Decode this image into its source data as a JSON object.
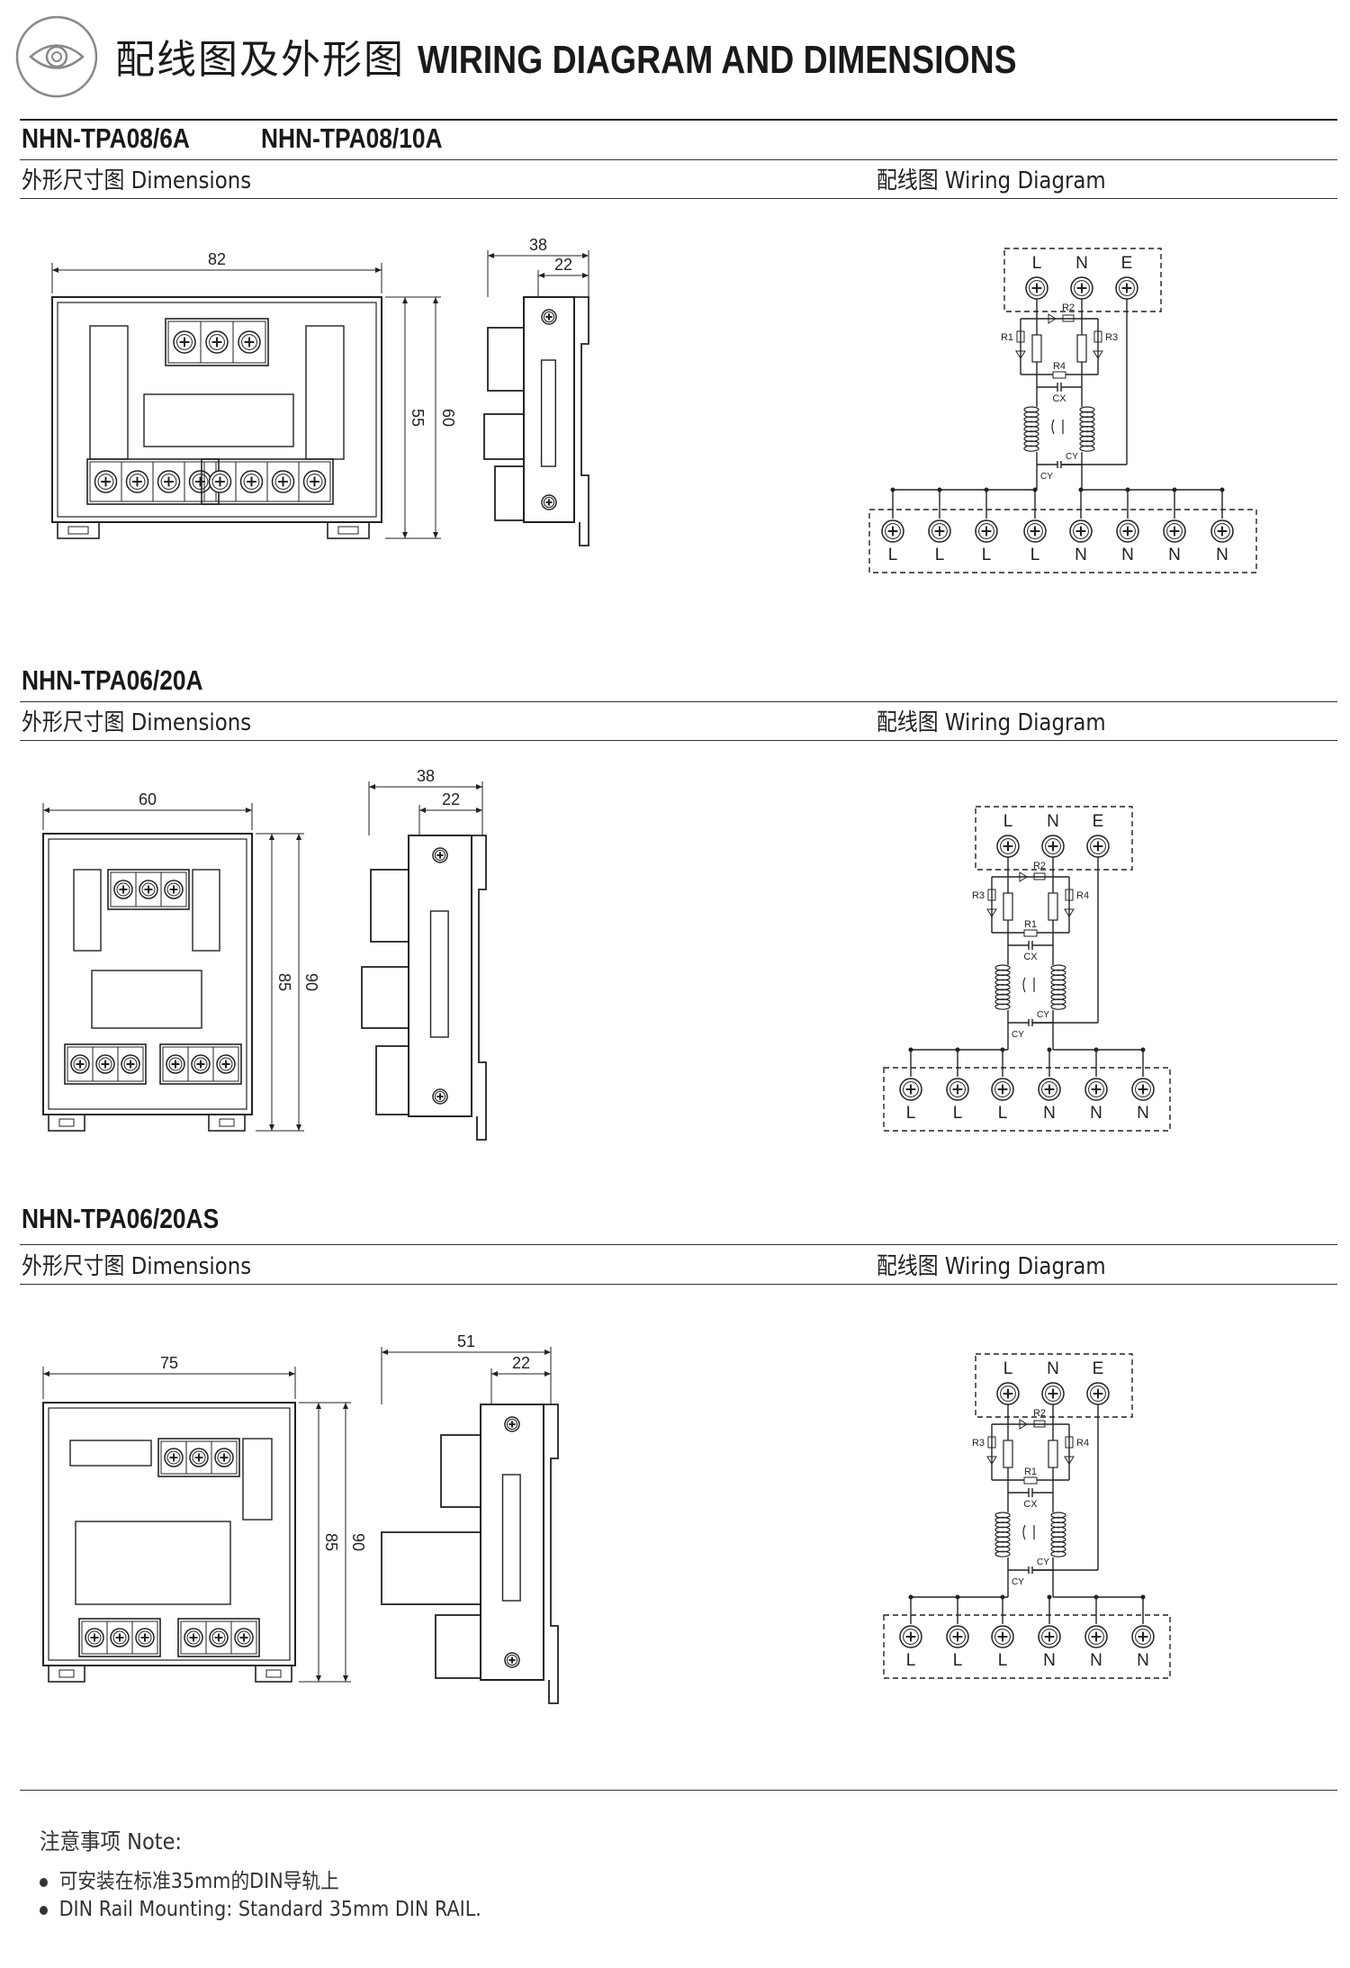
{
  "header": {
    "title_cn": "配线图及外形图",
    "title_en": "WIRING DIAGRAM AND DIMENSIONS",
    "logo_icon": "eye-logo-icon"
  },
  "labels": {
    "dimensions": "外形尺寸图 Dimensions",
    "wiring": "配线图 Wiring Diagram"
  },
  "sections": [
    {
      "models": [
        "NHN-TPA08/6A",
        "NHN-TPA08/10A"
      ],
      "front": {
        "width": "82",
        "inner_height": "55",
        "outer_height": "60"
      },
      "side": {
        "depth_outer": "38",
        "depth_inner": "22"
      },
      "wiring": {
        "top_terminals": [
          "L",
          "N",
          "E"
        ],
        "components": [
          "R1",
          "R2",
          "R3",
          "R4",
          "CX",
          "CY",
          "CY"
        ],
        "bottom_terminals": [
          "L",
          "L",
          "L",
          "L",
          "N",
          "N",
          "N",
          "N"
        ]
      }
    },
    {
      "models": [
        "NHN-TPA06/20A"
      ],
      "front": {
        "width": "60",
        "inner_height": "85",
        "outer_height": "90"
      },
      "side": {
        "depth_outer": "38",
        "depth_inner": "22"
      },
      "wiring": {
        "top_terminals": [
          "L",
          "N",
          "E"
        ],
        "components": [
          "R3",
          "R2",
          "R4",
          "R1",
          "CX",
          "CY",
          "CY"
        ],
        "bottom_terminals": [
          "L",
          "L",
          "L",
          "N",
          "N",
          "N"
        ]
      }
    },
    {
      "models": [
        "NHN-TPA06/20AS"
      ],
      "front": {
        "width": "75",
        "inner_height": "85",
        "outer_height": "90"
      },
      "side": {
        "depth_outer": "51",
        "depth_inner": "22"
      },
      "wiring": {
        "top_terminals": [
          "L",
          "N",
          "E"
        ],
        "components": [
          "R3",
          "R2",
          "R4",
          "R1",
          "CX",
          "CY",
          "CY"
        ],
        "bottom_terminals": [
          "L",
          "L",
          "L",
          "N",
          "N",
          "N"
        ]
      }
    }
  ],
  "note": {
    "title": "注意事项 Note:",
    "items": [
      "可安装在标准35mm的DIN导轨上",
      "DIN Rail Mounting: Standard 35mm DIN RAIL."
    ]
  }
}
